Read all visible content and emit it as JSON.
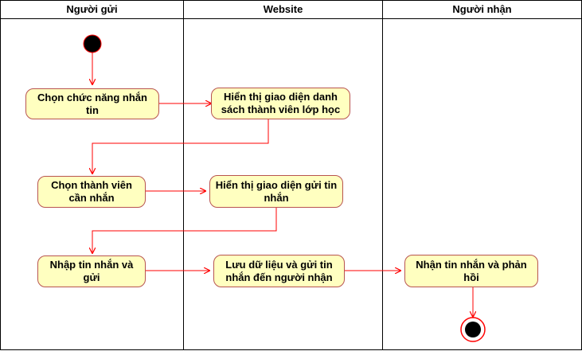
{
  "lanes": [
    {
      "title": "Người gửi"
    },
    {
      "title": "Website"
    },
    {
      "title": "Người nhận"
    }
  ],
  "activities": {
    "sender_choose_messaging": "Chọn chức năng nhắn tin",
    "site_show_member_list": "Hiển thị giao diện danh sách thành viên lớp học",
    "sender_choose_member": "Chọn thành viên cần nhắn",
    "site_show_message_ui": "Hiển thị giao diện gửi tin nhắn",
    "sender_enter_message": "Nhập tin nhắn và gửi",
    "site_save_and_send": "Lưu dữ liệu và gửi tin nhắn đến người nhận",
    "receiver_receive_reply": "Nhận tin nhắn và phản hồi"
  },
  "colors": {
    "activity_fill": "#ffffc0",
    "activity_border": "#b85450",
    "flow": "#ff0000",
    "node": "#000000"
  }
}
